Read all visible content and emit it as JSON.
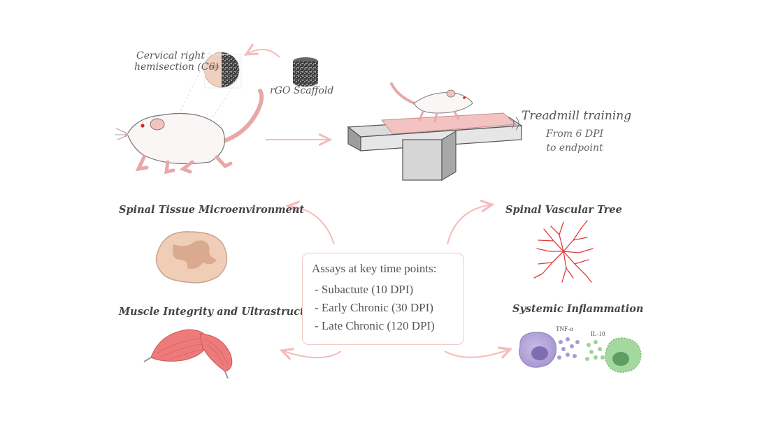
{
  "surgery": {
    "lesion_label_line1": "Cervical right",
    "lesion_label_line2": "hemisection (C6)",
    "scaffold_label": "rGO Scaffold"
  },
  "training": {
    "title": "Treadmill training",
    "detail_line1": "From 6 DPI",
    "detail_line2": "to endpoint"
  },
  "assays": {
    "heading": "Assays at key time points:",
    "items": [
      "- Subactute (10 DPI)",
      "- Early Chronic (30 DPI)",
      "- Late Chronic (120 DPI)"
    ]
  },
  "outcomes": {
    "spinal_tissue": "Spinal Tissue Microenvironment",
    "vascular": "Spinal Vascular Tree",
    "muscle": "Muscle Integrity and Ultrastructure",
    "inflammation": "Systemic Inflammation",
    "tnf_label": "TNF-α",
    "il10_label": "IL-10"
  },
  "colors": {
    "arrow": "#f4bcbc",
    "tissue": "#eac0a8",
    "vessel": "#e23a3a",
    "muscle": "#ee7b7b",
    "macrophage": "#b5a8d8",
    "anti_inflam_cell": "#9fd59b"
  }
}
